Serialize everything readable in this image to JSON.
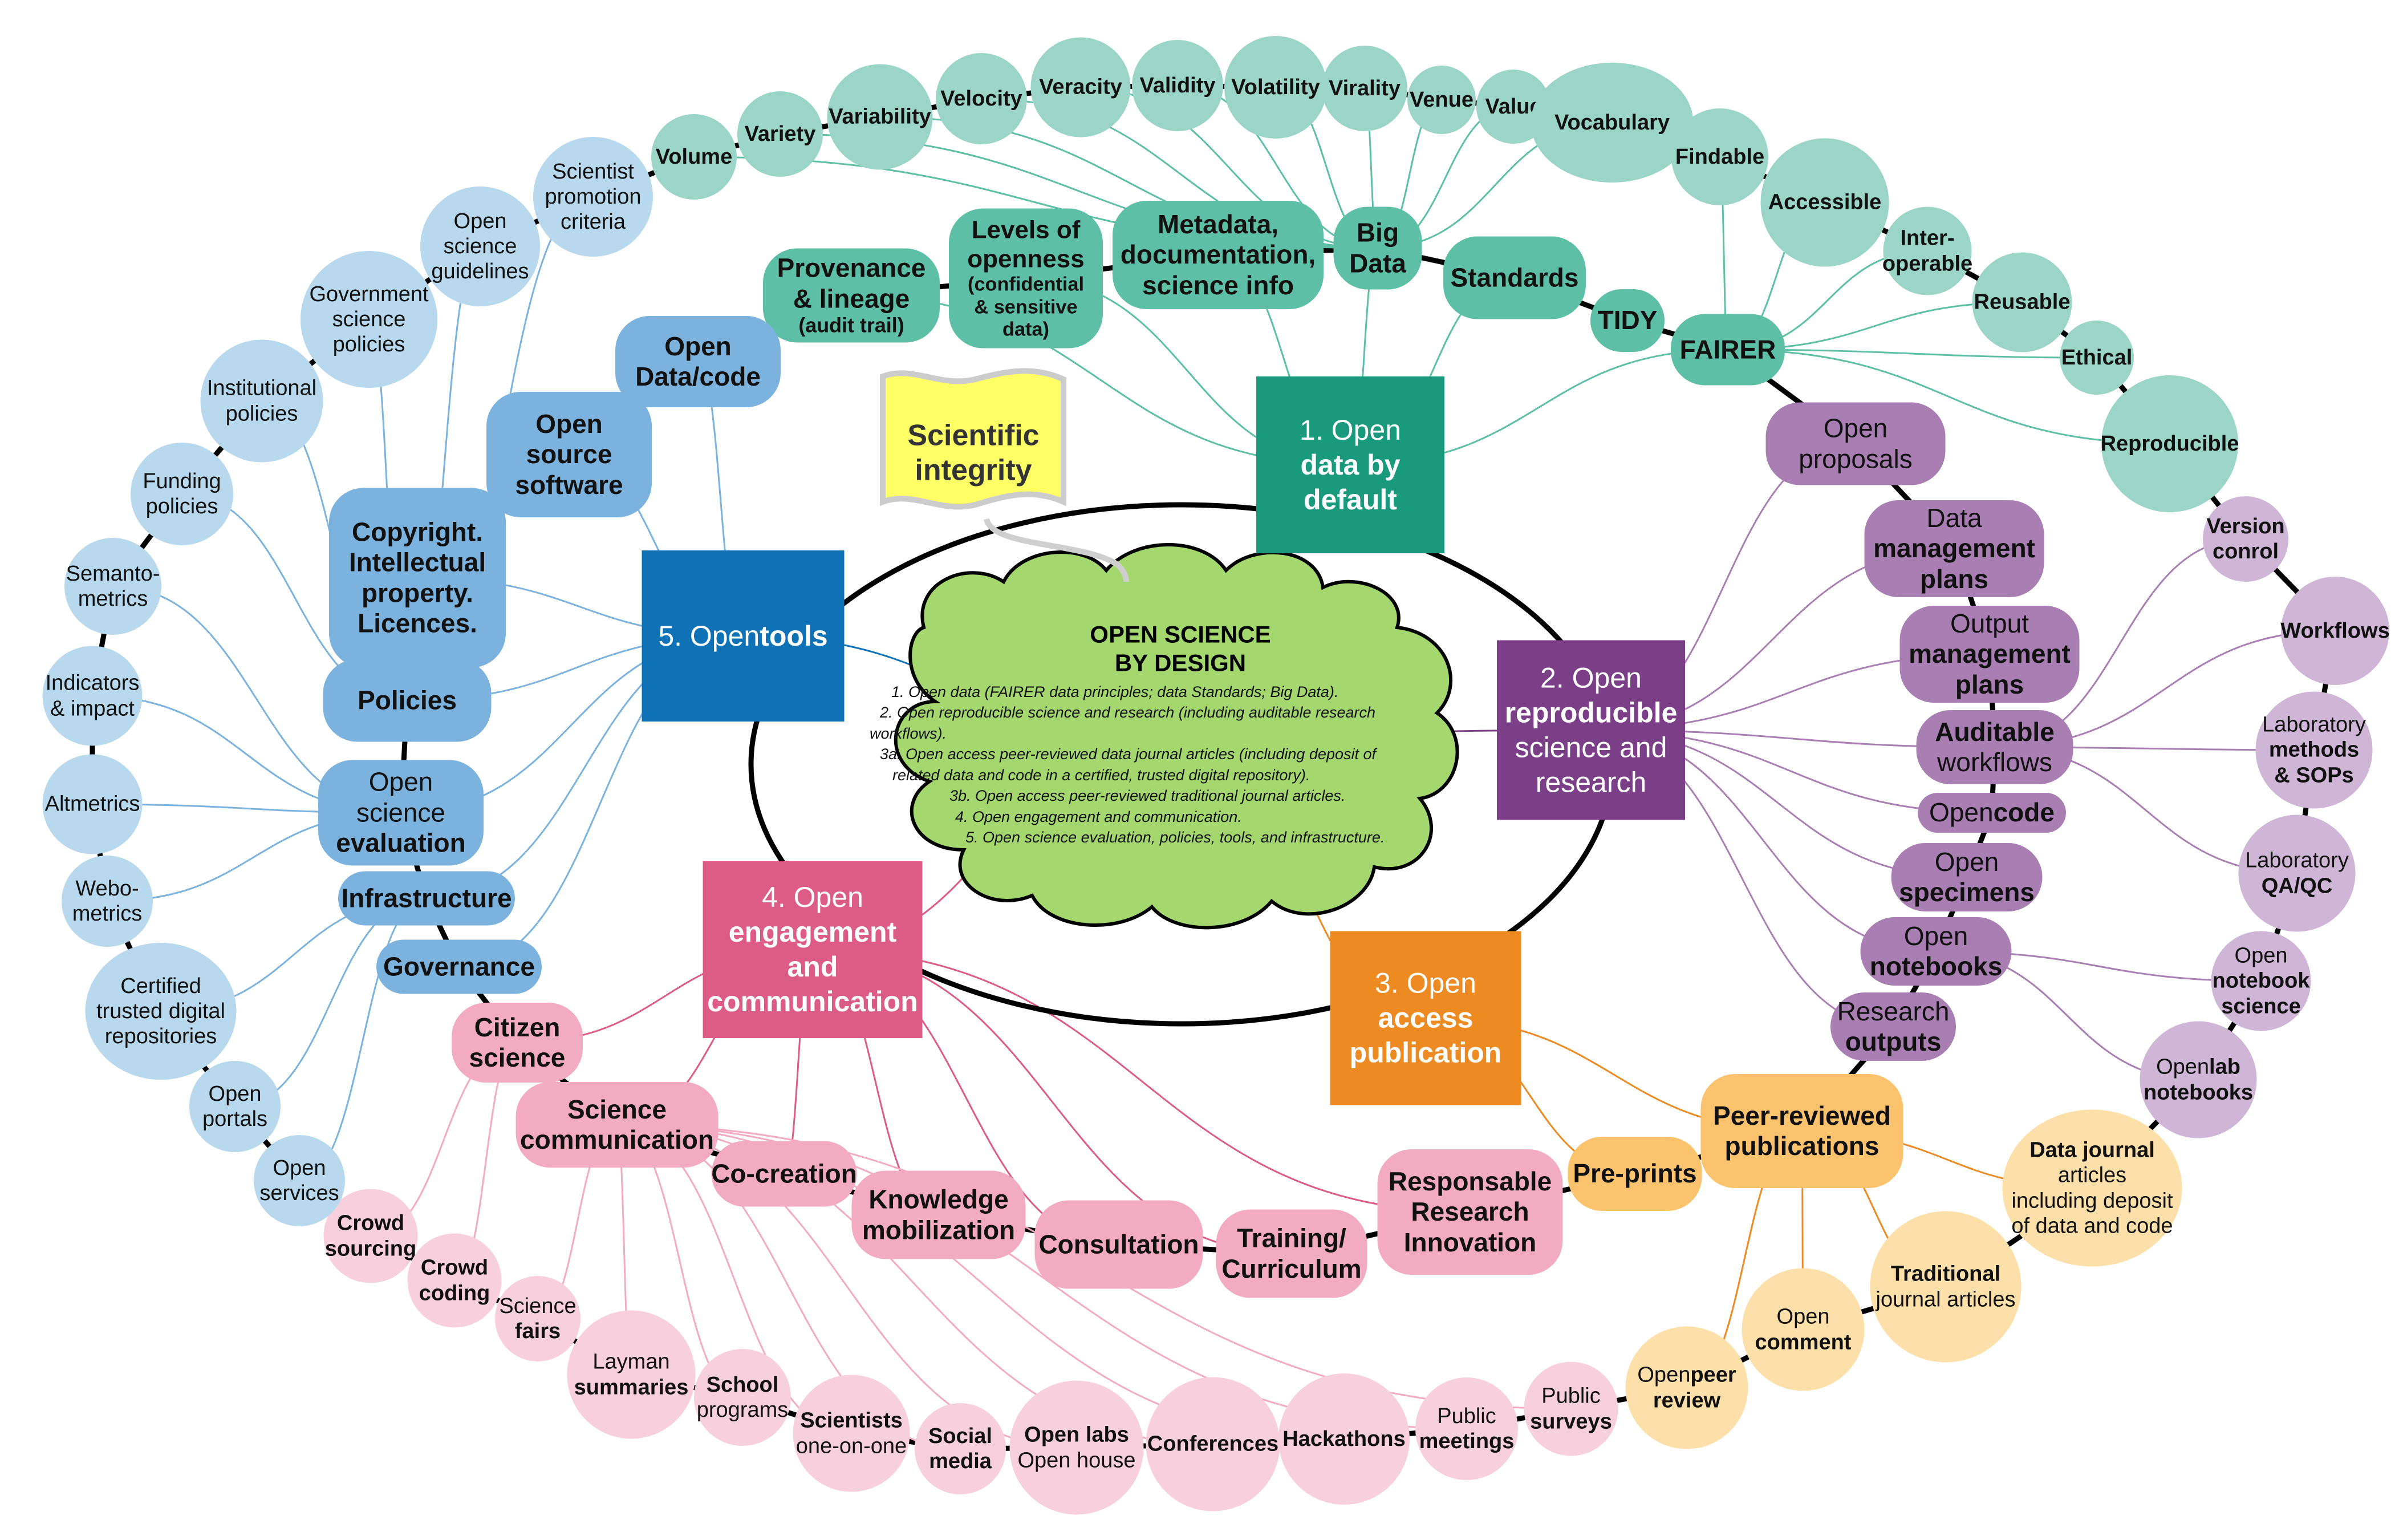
{
  "center": {
    "title": [
      "OPEN SCIENCE",
      "BY DESIGN"
    ],
    "items": [
      "1. Open data (FAIRER data principles; data Standards; Big Data).",
      "2. Open reproducible science and research (including auditable research",
      "workflows).",
      "3a. Open access peer-reviewed data journal articles (including deposit of",
      "related data and code in a certified, trusted digital repository).",
      "3b. Open access peer-reviewed traditional journal articles.",
      "4. Open engagement and communication.",
      "5. Open science evaluation, policies, tools, and infrastructure."
    ]
  },
  "integrity": [
    "Scientific",
    "integrity"
  ],
  "colors": {
    "data": "#1a9a7c",
    "data_light": "#5dbfa5",
    "data_circle": "#9ad5c8",
    "reproducible": "#7b3f88",
    "reproducible_light": "#a97eb3",
    "reproducible_circle": "#cfb5d6",
    "publication": "#ee8a22",
    "publication_light": "#fbc36d",
    "publication_circle": "#fde0a9",
    "engagement": "#dd5c85",
    "engagement_light": "#f2abc1",
    "engagement_circle": "#f8cfdc",
    "tools": "#0f72b6",
    "tools_light": "#7cb3de",
    "tools_circle": "#b8d8ee",
    "core_cloud": "#a4d86e",
    "integrity_flag": "#ffff66"
  },
  "pillars": {
    "data": [
      {
        "t": "1. Open",
        "b": false
      },
      {
        "t": "data by",
        "b": true
      },
      {
        "t": "default",
        "b": true
      }
    ],
    "reproducible": [
      {
        "t": "2. Open",
        "b": false
      },
      {
        "t": "reproducible",
        "b": true
      },
      {
        "t": "science and",
        "b": false
      },
      {
        "t": "research",
        "b": false
      }
    ],
    "publication": [
      {
        "t": "3. Open",
        "b": false
      },
      {
        "t": "access",
        "b": true
      },
      {
        "t": "publication",
        "b": true
      }
    ],
    "engagement": [
      {
        "t": "4. Open",
        "b": false
      },
      {
        "t": "engagement",
        "b": true
      },
      {
        "t": "and",
        "b": true
      },
      {
        "t": "communication",
        "b": true
      }
    ],
    "tools": [
      {
        "t": "5. Open ",
        "b": false,
        "i": true
      },
      {
        "t": "tools",
        "b": true,
        "i": true
      }
    ]
  },
  "data_pills": {
    "provenance": [
      {
        "t": "Provenance",
        "b": true
      },
      {
        "t": "& lineage",
        "b": true
      },
      {
        "t": "(audit trail)",
        "b": true,
        "s": true
      }
    ],
    "openness": [
      {
        "t": "Levels of",
        "b": true
      },
      {
        "t": "openness",
        "b": true
      },
      {
        "t": "(confidential",
        "b": true,
        "s": true
      },
      {
        "t": "& sensitive",
        "b": true,
        "s": true
      },
      {
        "t": "data)",
        "b": true,
        "s": true
      }
    ],
    "metadata": [
      {
        "t": "Metadata,",
        "b": true
      },
      {
        "t": "documentation,",
        "b": true
      },
      {
        "t": "science info",
        "b": true
      }
    ],
    "bigdata": [
      {
        "t": "Big",
        "b": true
      },
      {
        "t": "Data",
        "b": true
      }
    ],
    "standards": [
      {
        "t": "Standards",
        "b": true
      }
    ],
    "tidy": [
      {
        "t": "TIDY",
        "b": true
      }
    ],
    "fairer": [
      {
        "t": "FAIRER",
        "b": true
      }
    ]
  },
  "data_circles": {
    "volume": [
      {
        "t": "Volume",
        "b": true
      }
    ],
    "variety": [
      {
        "t": "Variety",
        "b": true
      }
    ],
    "variability": [
      {
        "t": "Variability",
        "b": true
      }
    ],
    "velocity": [
      {
        "t": "Velocity",
        "b": true
      }
    ],
    "veracity": [
      {
        "t": "Veracity",
        "b": true
      }
    ],
    "validity": [
      {
        "t": "Validity",
        "b": true
      }
    ],
    "volatility": [
      {
        "t": "Volatility",
        "b": true
      }
    ],
    "virality": [
      {
        "t": "Virality",
        "b": true
      }
    ],
    "venue": [
      {
        "t": "Venue",
        "b": true
      }
    ],
    "value": [
      {
        "t": "Value",
        "b": true
      }
    ],
    "vocabulary": [
      {
        "t": "Vocabulary",
        "b": true
      }
    ],
    "findable": [
      {
        "t": "Findable",
        "b": true
      }
    ],
    "accessible": [
      {
        "t": "Accessible",
        "b": true
      }
    ],
    "interoperable": [
      {
        "t": "Inter-",
        "b": true
      },
      {
        "t": "operable",
        "b": true
      }
    ],
    "reusable": [
      {
        "t": "Reusable",
        "b": true
      }
    ],
    "ethical": [
      {
        "t": "Ethical",
        "b": true
      }
    ],
    "reproducible_c": [
      {
        "t": "Reproducible",
        "b": true
      }
    ]
  },
  "repro_pills": {
    "proposals": [
      {
        "t": "Open",
        "b": false
      },
      {
        "t": "proposals",
        "b": false
      }
    ],
    "dmp": [
      {
        "t": "Data",
        "b": false
      },
      {
        "t": "management",
        "b": true
      },
      {
        "t": "plans",
        "b": true
      }
    ],
    "omp": [
      {
        "t": "Output",
        "b": false
      },
      {
        "t": "management",
        "b": true
      },
      {
        "t": "plans",
        "b": true
      }
    ],
    "auditable": [
      {
        "t": "Auditable",
        "b": true
      },
      {
        "t": "workflows",
        "b": false
      }
    ],
    "code": [
      {
        "t": "Open ",
        "b": false,
        "i": true
      },
      {
        "t": "code",
        "b": true,
        "i": true
      }
    ],
    "specimens": [
      {
        "t": "Open",
        "b": false
      },
      {
        "t": "specimens",
        "b": true
      }
    ],
    "notebooks": [
      {
        "t": "Open",
        "b": false
      },
      {
        "t": "notebooks",
        "b": true
      }
    ],
    "outputs": [
      {
        "t": "Research",
        "b": false
      },
      {
        "t": "outputs",
        "b": true
      }
    ]
  },
  "repro_circles": {
    "version": [
      {
        "t": "Version",
        "b": true
      },
      {
        "t": "conrol",
        "b": true
      }
    ],
    "workflows": [
      {
        "t": "Workflows",
        "b": true
      }
    ],
    "labmethods": [
      {
        "t": "Laboratory",
        "b": false
      },
      {
        "t": "methods",
        "b": true
      },
      {
        "t": "& SOPs",
        "b": true
      }
    ],
    "labqa": [
      {
        "t": "Laboratory",
        "b": false
      },
      {
        "t": "QA/QC",
        "b": true
      }
    ],
    "notebookscience": [
      {
        "t": "Open",
        "b": false
      },
      {
        "t": "notebook",
        "b": true
      },
      {
        "t": "science",
        "b": true
      }
    ],
    "labnotebooks": [
      {
        "t": "Open ",
        "b": false,
        "i": true
      },
      {
        "t": "lab",
        "b": true,
        "i": true
      },
      {
        "t": "notebooks",
        "b": true
      }
    ]
  },
  "pub_nodes": {
    "peer": [
      {
        "t": "Peer-reviewed",
        "b": true
      },
      {
        "t": "publications",
        "b": true
      }
    ],
    "preprints": [
      {
        "t": "Pre-prints",
        "b": true
      }
    ],
    "datajournal": [
      {
        "t": "Data journal",
        "b": true
      },
      {
        "t": "articles",
        "b": false
      },
      {
        "t": "including deposit",
        "b": false
      },
      {
        "t": "of data and code",
        "b": false
      }
    ],
    "traditional": [
      {
        "t": "Traditional",
        "b": true
      },
      {
        "t": "journal articles",
        "b": false
      }
    ],
    "comment": [
      {
        "t": "Open",
        "b": false
      },
      {
        "t": "comment",
        "b": true
      }
    ],
    "peerreview": [
      {
        "t": "Open ",
        "b": false,
        "i": true
      },
      {
        "t": "peer",
        "b": true,
        "i": true
      },
      {
        "t": "review",
        "b": true
      }
    ]
  },
  "eng_pills": {
    "citizen": [
      {
        "t": "Citizen",
        "b": true
      },
      {
        "t": "science",
        "b": true
      }
    ],
    "scicomm": [
      {
        "t": "Science",
        "b": true
      },
      {
        "t": "communication",
        "b": true
      }
    ],
    "cocreation": [
      {
        "t": "Co-creation",
        "b": true
      }
    ],
    "knowledge": [
      {
        "t": "Knowledge",
        "b": true
      },
      {
        "t": "mobilization",
        "b": true
      }
    ],
    "consultation": [
      {
        "t": "Consultation",
        "b": true
      }
    ],
    "training": [
      {
        "t": "Training/",
        "b": true
      },
      {
        "t": "Curriculum",
        "b": true
      }
    ],
    "rri": [
      {
        "t": "Responsable",
        "b": true
      },
      {
        "t": "Research",
        "b": true
      },
      {
        "t": "Innovation",
        "b": true
      }
    ]
  },
  "eng_circles": {
    "crowdsourcing": [
      {
        "t": "Crowd",
        "b": true
      },
      {
        "t": "sourcing",
        "b": true
      }
    ],
    "crowdcoding": [
      {
        "t": "Crowd",
        "b": true
      },
      {
        "t": "coding",
        "b": true
      }
    ],
    "fairs": [
      {
        "t": "Science",
        "b": false
      },
      {
        "t": "fairs",
        "b": true
      }
    ],
    "layman": [
      {
        "t": "Layman",
        "b": false
      },
      {
        "t": "summaries",
        "b": true
      }
    ],
    "school": [
      {
        "t": "School",
        "b": true
      },
      {
        "t": "programs",
        "b": false
      }
    ],
    "scientists": [
      {
        "t": "Scientists",
        "b": true
      },
      {
        "t": "one-on-one",
        "b": false
      }
    ],
    "social": [
      {
        "t": "Social",
        "b": true
      },
      {
        "t": "media",
        "b": true
      }
    ],
    "openlabs": [
      {
        "t": "Open labs",
        "b": true
      },
      {
        "t": "Open house",
        "b": false
      }
    ],
    "conferences": [
      {
        "t": "Conferences",
        "b": true
      }
    ],
    "hackathons": [
      {
        "t": "Hackathons",
        "b": true
      }
    ],
    "meetings": [
      {
        "t": "Public",
        "b": false
      },
      {
        "t": "meetings",
        "b": true
      }
    ],
    "surveys": [
      {
        "t": "Public",
        "b": false
      },
      {
        "t": "surveys",
        "b": true
      }
    ]
  },
  "tools_pills": {
    "opendata": [
      {
        "t": "Open",
        "b": true
      },
      {
        "t": "Data/code",
        "b": true
      }
    ],
    "software": [
      {
        "t": "Open",
        "b": true
      },
      {
        "t": "source",
        "b": true
      },
      {
        "t": "software",
        "b": true
      }
    ],
    "copyright": [
      {
        "t": "Copyright.",
        "b": true
      },
      {
        "t": "Intellectual",
        "b": true
      },
      {
        "t": "property.",
        "b": true
      },
      {
        "t": "Licences.",
        "b": true
      }
    ],
    "policies": [
      {
        "t": "Policies",
        "b": true
      }
    ],
    "evaluation": [
      {
        "t": "Open",
        "b": false
      },
      {
        "t": "science",
        "b": false
      },
      {
        "t": "evaluation",
        "b": true
      }
    ],
    "infrastructure": [
      {
        "t": "Infrastructure",
        "b": true
      }
    ],
    "governance": [
      {
        "t": "Governance",
        "b": true
      }
    ]
  },
  "tools_circles": {
    "promotion": [
      {
        "t": "Scientist",
        "b": false
      },
      {
        "t": "promotion",
        "b": false
      },
      {
        "t": "criteria",
        "b": false
      }
    ],
    "guidelines": [
      {
        "t": "Open",
        "b": false
      },
      {
        "t": "science",
        "b": false
      },
      {
        "t": "guidelines",
        "b": false
      }
    ],
    "govpolicies": [
      {
        "t": "Government",
        "b": false
      },
      {
        "t": "science",
        "b": false
      },
      {
        "t": "policies",
        "b": false
      }
    ],
    "instpolicies": [
      {
        "t": "Institutional",
        "b": false
      },
      {
        "t": "policies",
        "b": false
      }
    ],
    "funding": [
      {
        "t": "Funding",
        "b": false
      },
      {
        "t": "policies",
        "b": false
      }
    ],
    "semanto": [
      {
        "t": "Semanto-",
        "b": false
      },
      {
        "t": "metrics",
        "b": false
      }
    ],
    "indicators": [
      {
        "t": "Indicators",
        "b": false
      },
      {
        "t": "& impact",
        "b": false
      }
    ],
    "altmetrics": [
      {
        "t": "Altmetrics",
        "b": false
      }
    ],
    "webo": [
      {
        "t": "Webo-",
        "b": false
      },
      {
        "t": "metrics",
        "b": false
      }
    ],
    "repositories": [
      {
        "t": "Certified",
        "b": false
      },
      {
        "t": "trusted digital",
        "b": false
      },
      {
        "t": "repositories",
        "b": false
      }
    ],
    "portals": [
      {
        "t": "Open",
        "b": false
      },
      {
        "t": "portals",
        "b": false
      }
    ],
    "services": [
      {
        "t": "Open",
        "b": false
      },
      {
        "t": "services",
        "b": false
      }
    ]
  }
}
